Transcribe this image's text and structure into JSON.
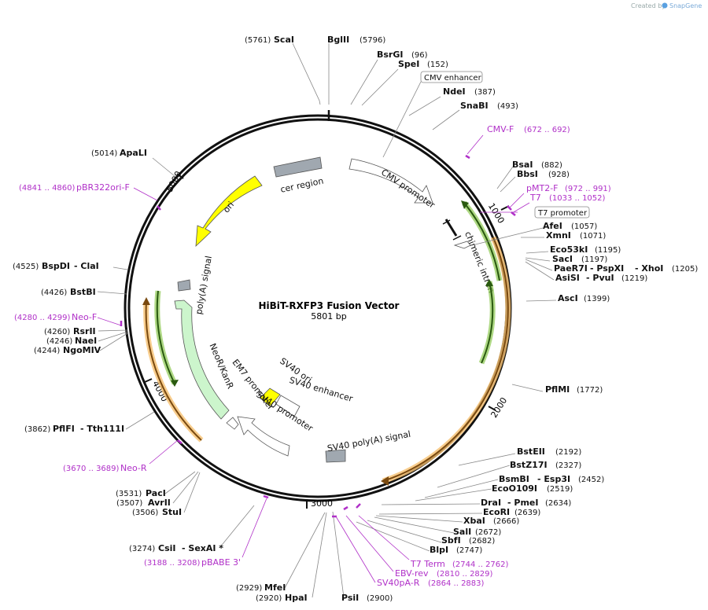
{
  "watermark": "Created by",
  "brand": "SnapGene",
  "title": "HiBiT-RXFP3 Fusion Vector",
  "subtitle": "5801 bp",
  "ticks": [
    "1000",
    "2000",
    "3000",
    "4000",
    "5000"
  ],
  "features": {
    "cer_region": "cer region",
    "ori": "ori",
    "cmv_promoter": "CMV promoter",
    "chimeric_intron": "chimeric intron",
    "polya_signal": "poly(A) signal",
    "neo": "NeoR/KanR",
    "em7": "EM7 promoter",
    "sv40_ori": "SV40 ori",
    "sv40_enhancer": "SV40 enhancer",
    "sv40_promoter": "SV40 promoter",
    "sv40_polya": "SV40 poly(A) signal"
  },
  "boxed": {
    "cmv_enhancer": "CMV enhancer",
    "t7_promoter": "T7 promoter"
  },
  "enzymes": {
    "scaI": {
      "pos": "(5761)",
      "name": "ScaI"
    },
    "bglII": {
      "name": "BglII",
      "pos": "(5796)"
    },
    "bsrGI": {
      "name": "BsrGI",
      "pos": "(96)"
    },
    "speI": {
      "name": "SpeI",
      "pos": "(152)"
    },
    "ndeI": {
      "name": "NdeI",
      "pos": "(387)"
    },
    "snaBI": {
      "name": "SnaBI",
      "pos": "(493)"
    },
    "bsaI": {
      "name": "BsaI",
      "pos": "(882)"
    },
    "bbsI": {
      "name": "BbsI",
      "pos": "(928)"
    },
    "afeI": {
      "name": "AfeI",
      "pos": "(1057)"
    },
    "xmnI": {
      "name": "XmnI",
      "pos": "(1071)"
    },
    "eco53kI": {
      "name": "Eco53kI",
      "pos": "(1195)"
    },
    "sacI": {
      "name": "SacI",
      "pos": "(1197)"
    },
    "paeR7I": {
      "name": "PaeR7I",
      "sep1": "- PspXI",
      "sep2": "- XhoI",
      "pos": "(1205)"
    },
    "asiSI": {
      "name": "AsiSI",
      "sep": "- PvuI",
      "pos": "(1219)"
    },
    "ascI": {
      "name": "AscI",
      "pos": "(1399)"
    },
    "pflMI": {
      "name": "PflMI",
      "pos": "(1772)"
    },
    "bstEII": {
      "name": "BstEII",
      "pos": "(2192)"
    },
    "bstZ17I": {
      "name": "BstZ17I",
      "pos": "(2327)"
    },
    "bsmBI": {
      "name": "BsmBI",
      "sep": "- Esp3I",
      "pos": "(2452)"
    },
    "ecoO109I": {
      "name": "EcoO109I",
      "pos": "(2519)"
    },
    "draI": {
      "name": "DraI",
      "sep": "- PmeI",
      "pos": "(2634)"
    },
    "ecoRI": {
      "name": "EcoRI",
      "pos": "(2639)"
    },
    "xbaI": {
      "name": "XbaI",
      "pos": "(2666)"
    },
    "salI": {
      "name": "SalI",
      "pos": "(2672)"
    },
    "sbfI": {
      "name": "SbfI",
      "pos": "(2682)"
    },
    "blpI": {
      "name": "BlpI",
      "pos": "(2747)"
    },
    "psiI": {
      "name": "PsiI",
      "pos": "(2900)"
    },
    "hpaI": {
      "name": "HpaI",
      "pos": "(2920)"
    },
    "mfeI": {
      "name": "MfeI",
      "pos": "(2929)"
    },
    "csiI": {
      "name": "CsiI",
      "sep": "- SexAI *",
      "pos": "(3274)"
    },
    "stuI": {
      "name": "StuI",
      "pos": "(3506)"
    },
    "avrII": {
      "name": "AvrII",
      "pos": "(3507)"
    },
    "pacI": {
      "name": "PacI",
      "pos": "(3531)"
    },
    "pflFI": {
      "name": "PflFI",
      "sep": "- Tth111I",
      "pos": "(3862)"
    },
    "ngoMIV": {
      "name": "NgoMIV",
      "pos": "(4244)"
    },
    "naeI": {
      "name": "NaeI",
      "pos": "(4246)"
    },
    "rsrII": {
      "name": "RsrII",
      "pos": "(4260)"
    },
    "bstBI": {
      "name": "BstBI",
      "pos": "(4426)"
    },
    "bspDI": {
      "name": "BspDI",
      "sep": "- ClaI",
      "pos": "(4525)"
    },
    "apaLI": {
      "name": "ApaLI",
      "pos": "(5014)"
    }
  },
  "primers": {
    "cmvF": {
      "name": "CMV-F",
      "pos": "(672 .. 692)"
    },
    "pMT2F": {
      "name": "pMT2-F",
      "pos": "(972 .. 991)"
    },
    "t7": {
      "name": "T7",
      "pos": "(1033 .. 1052)"
    },
    "t7term": {
      "name": "T7 Term",
      "pos": "(2744 .. 2762)"
    },
    "ebvRev": {
      "name": "EBV-rev",
      "pos": "(2810 .. 2829)"
    },
    "sv40paR": {
      "name": "SV40pA-R",
      "pos": "(2864 .. 2883)"
    },
    "pbabe": {
      "name": "pBABE 3'",
      "pos": "(3188 .. 3208)"
    },
    "neoR": {
      "name": "Neo-R",
      "pos": "(3670 .. 3689)"
    },
    "neoF": {
      "name": "Neo-F",
      "pos": "(4280 .. 4299)"
    },
    "pbr": {
      "name": "pBR322ori-F",
      "pos": "(4841 .. 4860)"
    }
  },
  "colors": {
    "backbone": "#111111",
    "primer": "#b030c8",
    "ori": "#ffff00",
    "neo": "#ccf5cc",
    "cds_orange": "#f6a030",
    "cds_green": "#8cc850",
    "grey_feature": "#a0a8b0"
  }
}
